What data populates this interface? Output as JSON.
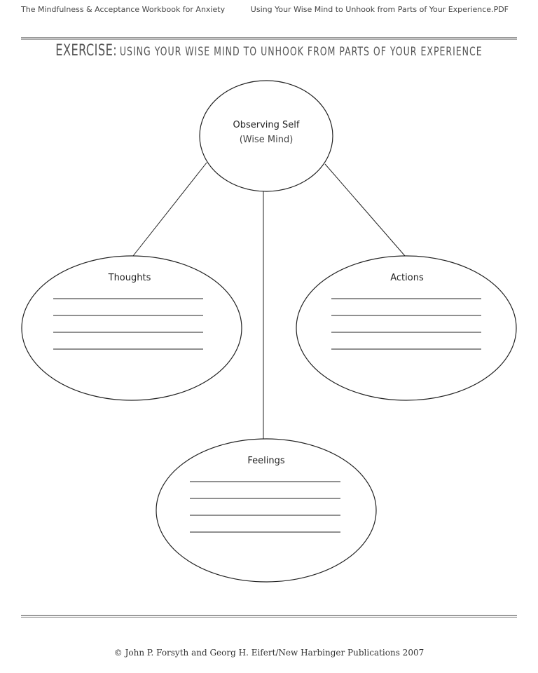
{
  "header": {
    "left": "The Mindfulness & Acceptance Workbook for Anxiety",
    "right": "Using Your Wise Mind to Unhook from Parts of Your Experience.PDF"
  },
  "title": {
    "lead": "EXERCISE:",
    "rest": "USING YOUR WISE MIND TO UNHOOK FROM PARTS OF YOUR EXPERIENCE"
  },
  "diagram": {
    "center": {
      "label": "Observing Self",
      "sublabel": "(Wise Mind)"
    },
    "nodes": {
      "thoughts": {
        "label": "Thoughts",
        "blank_lines": 4
      },
      "actions": {
        "label": "Actions",
        "blank_lines": 4
      },
      "feelings": {
        "label": "Feelings",
        "blank_lines": 4
      }
    }
  },
  "footer": {
    "copyright": "© John P. Forsyth and Georg H. Eifert/New Harbinger Publications 2007"
  }
}
